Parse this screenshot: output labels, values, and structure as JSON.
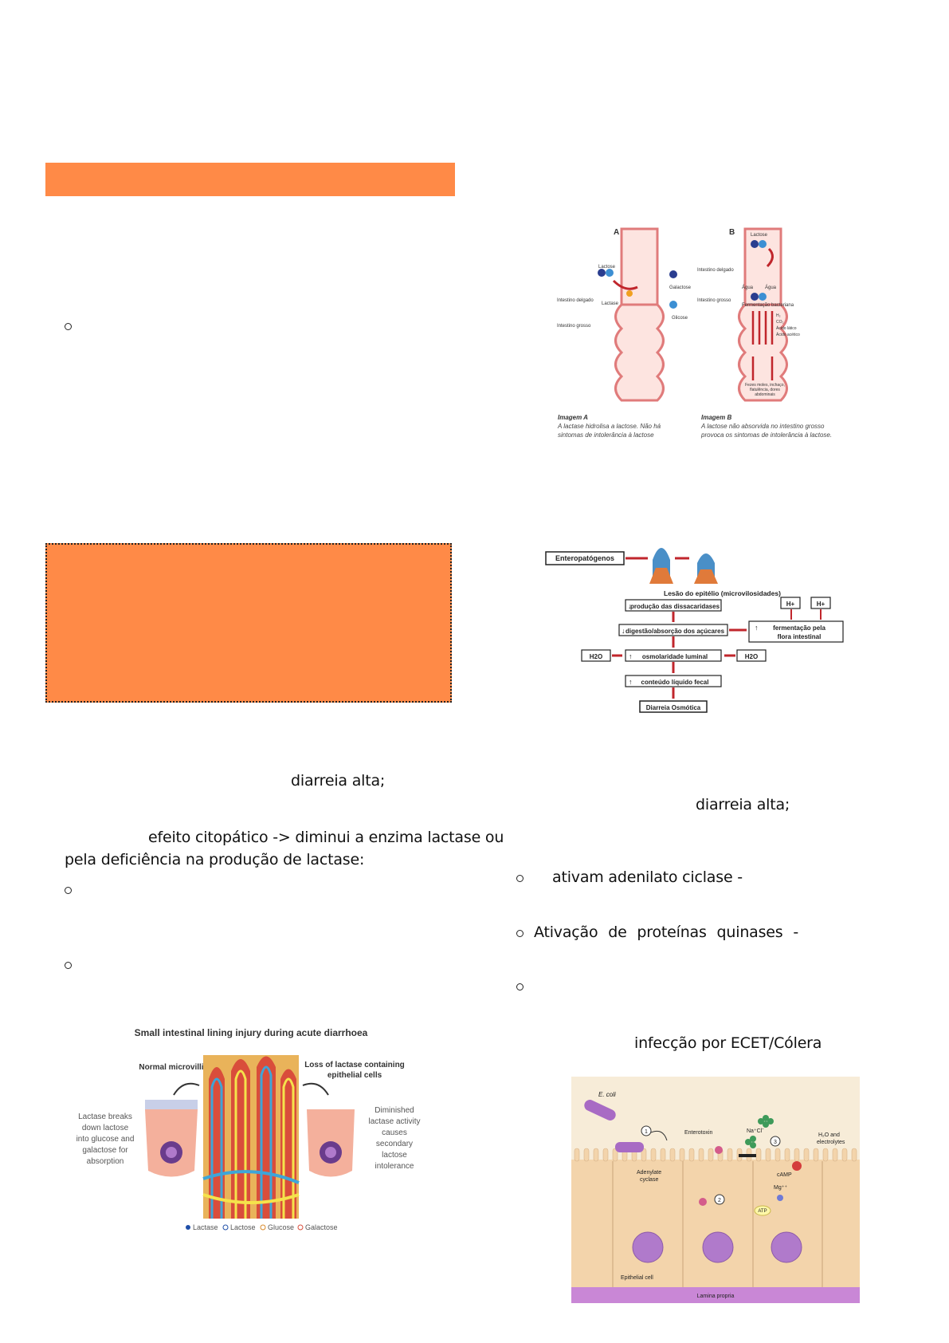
{
  "left": {
    "text_diarreia_alta": "diarreia alta;",
    "text_efeito": "efeito citopático -> diminui a enzima lactase ou",
    "text_deficiencia": "pela deficiência na produção de lactase:"
  },
  "right": {
    "text_diarreia_alta": "diarreia alta;",
    "bullet1": "ativam adenilato ciclase -",
    "bullet2": "Ativação de proteínas quinases -",
    "text_infeccao": "infecção por ECET/Cólera"
  },
  "fig_lactose": {
    "label_a": "A",
    "label_b": "B",
    "lactose": "Lactose",
    "lactase": "Lactase",
    "galactose": "Galactose",
    "glicose": "Glicose",
    "intestino_delgado": "Intestino delgado",
    "intestino_grosso": "Intestino grosso",
    "agua": "Água",
    "fermentacao": "Fermentação bacteriana",
    "gases": [
      "H₂",
      "CO₂",
      "Ácido lático",
      "Ácido acético"
    ],
    "sintomas": "Fezes moles, inchaço, flatulência, dores abdominais",
    "caption_a_title": "Imagem A",
    "caption_a_text1": "A lactase hidrolisa a lactose. Não há",
    "caption_a_text2": "sintomas de intolerância à lactose",
    "caption_b_title": "Imagem B",
    "caption_b_text1": "A lactose não absorvida no intestino grosso",
    "caption_b_text2": "provoca os sintomas de intolerância à lactose."
  },
  "fig_flow": {
    "enteropatogenos": "Enteropatógenos",
    "lesao": "Lesão do epitélio (microvilosidades)",
    "producao": "produção das dissacaridases",
    "digestao": "digestão/absorção dos açúcares",
    "osmolaridade": "osmolaridade luminal",
    "conteudo": "conteúdo líquido fecal",
    "diarreia": "Diarreia Osmótica",
    "fermentacao": "fermentação pela",
    "flora": "flora intestinal",
    "h_plus": "H+",
    "h2o": "H2O"
  },
  "fig_villi": {
    "title": "Small intestinal lining injury during acute diarrhoea",
    "normal": "Normal microvilli",
    "loss1": "Loss of lactase containing",
    "loss2": "epithelial cells",
    "left_text": [
      "Lactase breaks",
      "down lactose",
      "into glucose and",
      "galactose for",
      "absorption"
    ],
    "right_text": [
      "Diminished",
      "lactase activity",
      "causes",
      "secondary",
      "lactose",
      "intolerance"
    ],
    "legend": [
      "Lactase",
      "Lactose",
      "Glucose",
      "Galactose"
    ]
  },
  "fig_ecoli": {
    "ecoli": "E. coli",
    "enterotoxin": "Enterotoxin",
    "nacl": "Na⁺Clˉ",
    "h2o": "H₂O and",
    "electrolytes": "electrolytes",
    "camp": "cAMP",
    "mg": "Mg⁺⁺",
    "adenylate": "Adenylate",
    "cyclase": "cyclase",
    "atp": "ATP",
    "epithelial": "Epithelial cell",
    "lamina": "Lamina propria",
    "step1": "1",
    "step2": "2",
    "step3": "3"
  },
  "colors": {
    "orange": "#ff8a47",
    "intestine_pink": "#f4b4ad",
    "arrow_red": "#c0262c",
    "cell_tan": "#f3d4ab",
    "lamina_purple": "#c987d6"
  }
}
